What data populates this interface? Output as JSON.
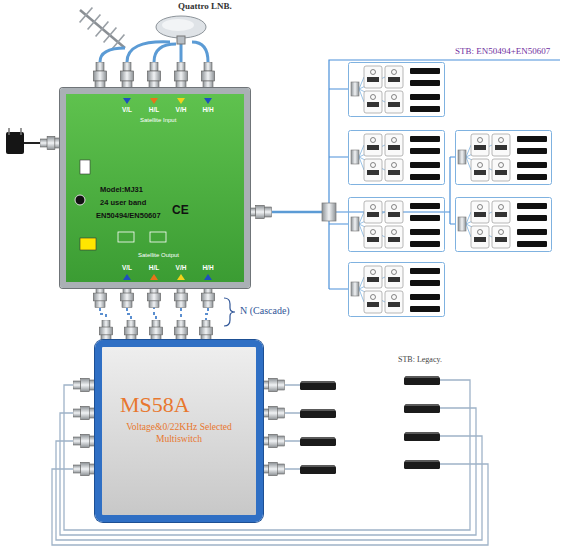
{
  "diagram": {
    "nodes": [
      {
        "text": [
          "Quattro LNB."
        ]
      },
      {
        "text": [
          "Model:MJ31",
          "24 user band",
          "EN50494/EN50607"
        ]
      },
      {
        "text": [
          "MS58A",
          "Voltage&0/22KHz Selected Multiswitch"
        ]
      }
    ],
    "edges": [
      {
        "from": 0,
        "to": 1,
        "arrow": "none"
      },
      {
        "from": 1,
        "to": 2,
        "arrow": "none"
      }
    ],
    "labels": [
      "STB: EN50494+EN50607",
      "N (Cascade)",
      "STB: Legacy.",
      "V/L",
      "H/L",
      "V/H",
      "H/H",
      "V/L",
      "H/L",
      "V/H",
      "H/H",
      "CE",
      "Satellite Input",
      "Satellite Output"
    ]
  }
}
